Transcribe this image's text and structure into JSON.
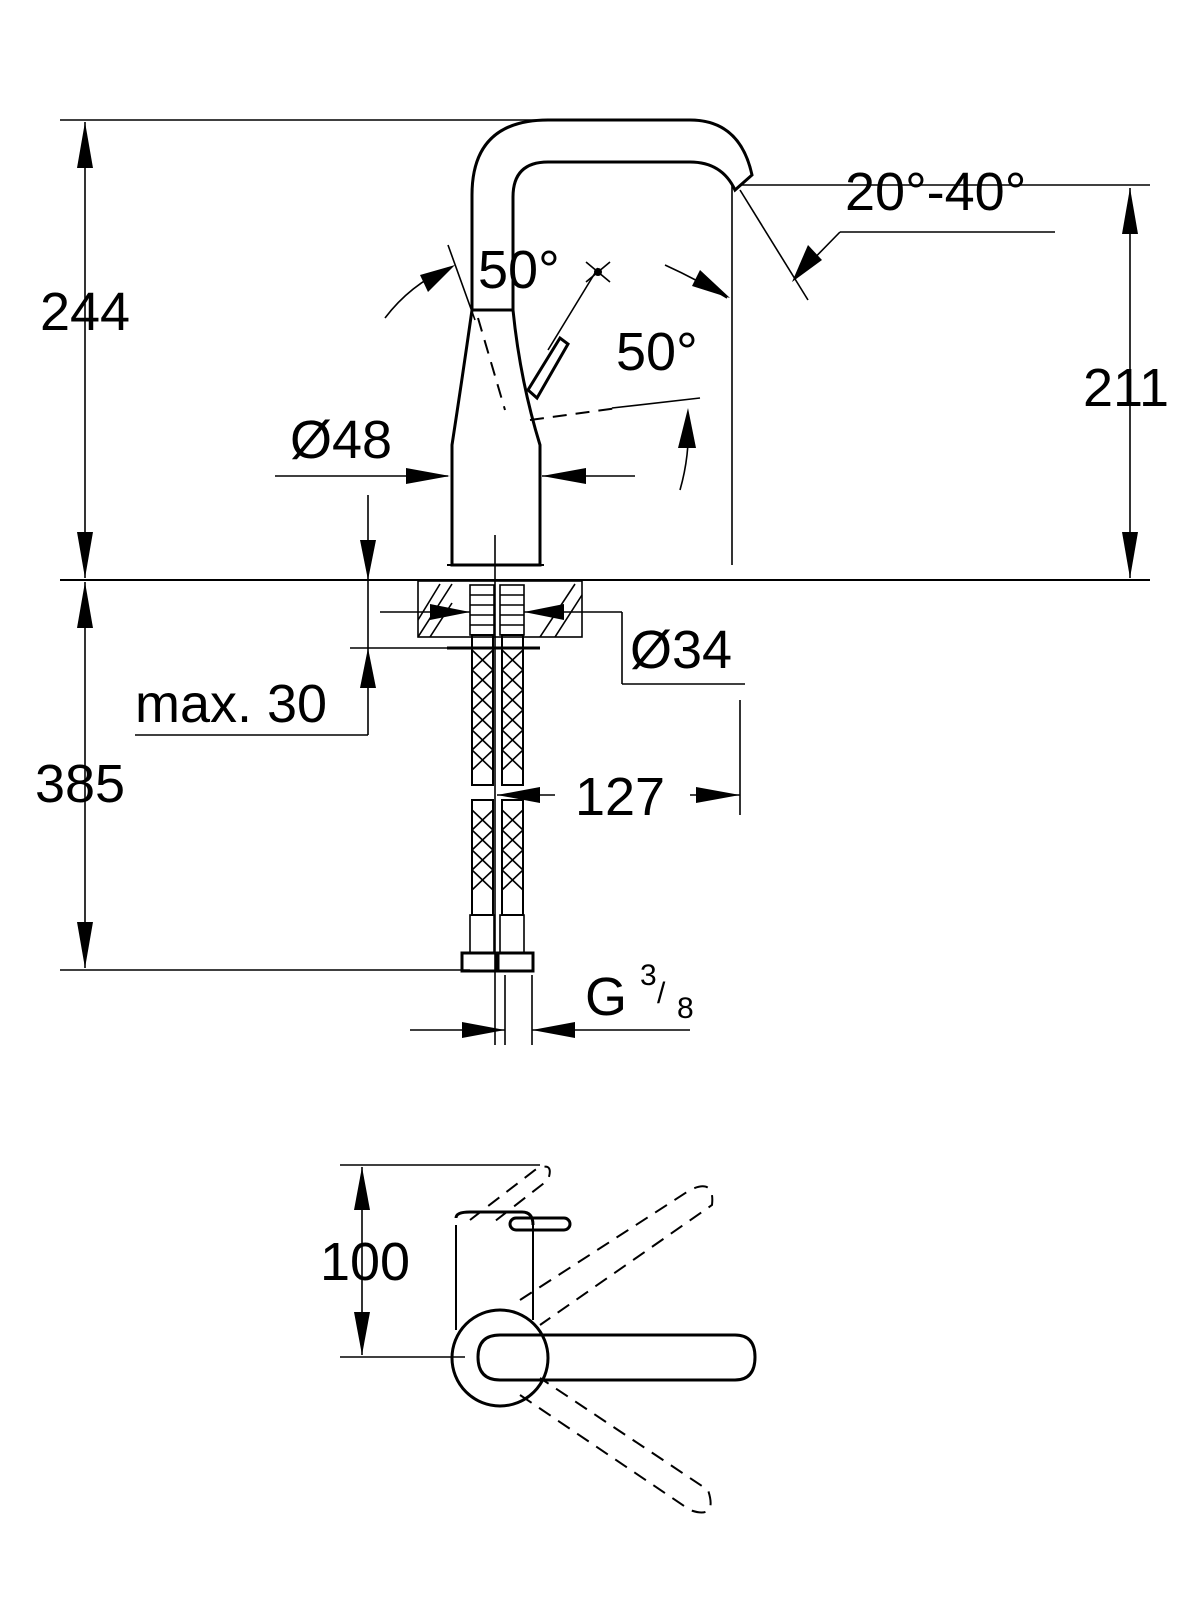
{
  "side_view": {
    "height_total": "244",
    "height_spout": "211",
    "spout_angle": "20°-40°",
    "lever_angle_top": "50°",
    "lever_angle_side": "50°",
    "body_diameter": "Ø48",
    "shank_diameter": "Ø34",
    "max_deck_thickness": "max. 30",
    "projection": "127",
    "hose_length": "385",
    "thread": {
      "main": "G",
      "numerator": "3",
      "denominator": "8"
    }
  },
  "top_view": {
    "depth": "100"
  },
  "colors": {
    "line": "#000000",
    "background": "#ffffff"
  }
}
